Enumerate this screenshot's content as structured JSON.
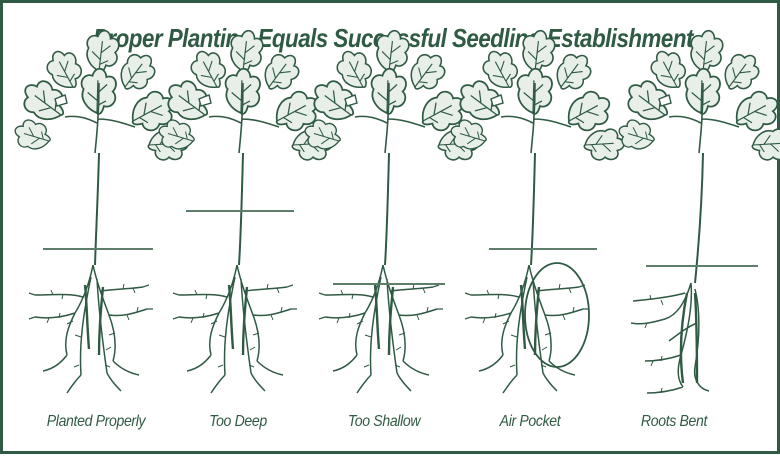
{
  "title": "Proper Planting Equals Successful Seedling Establishment",
  "colors": {
    "ink": "#2f5a43",
    "leaf": "#5d7f69",
    "border": "#2f5a43"
  },
  "panels": [
    {
      "caption": "Planted Properly"
    },
    {
      "caption": "Too Deep"
    },
    {
      "caption": "Too Shallow"
    },
    {
      "caption": "Air Pocket"
    },
    {
      "caption": "Roots Bent"
    }
  ]
}
